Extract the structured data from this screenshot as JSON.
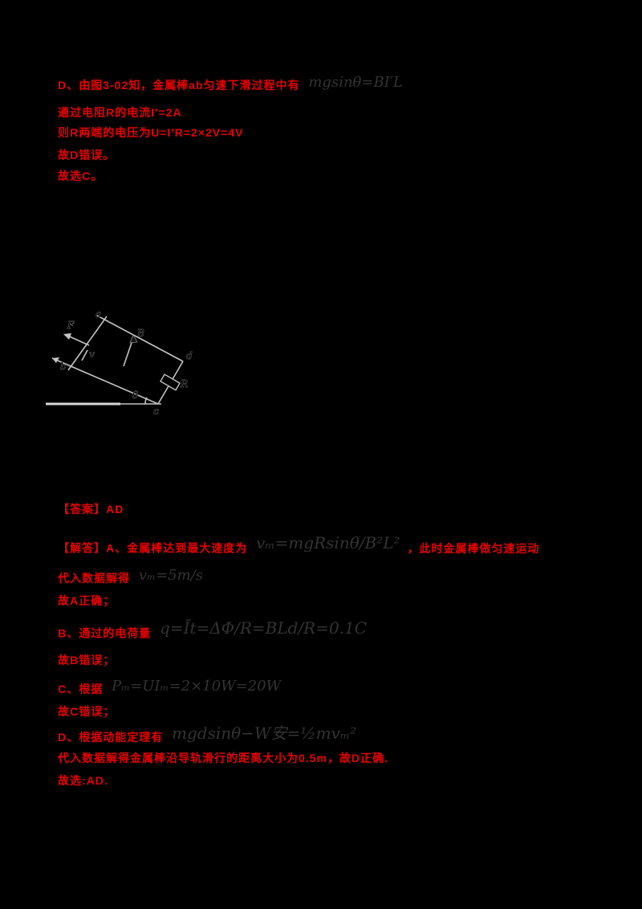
{
  "page": {
    "background_color": "#000000",
    "text_color_red": "#e80000",
    "formula_color": "#333333",
    "diagram_stroke_color": "#c4c4c4"
  },
  "section1": {
    "lines": [
      {
        "text": "D、由图3-02知，金属棒ab匀速下滑过程中有",
        "formula": "mgsinθ=BI′L"
      },
      {
        "text": "通过电阻R的电流I′=2A",
        "formula": ""
      },
      {
        "text": "则R两端的电压为U=I′R=2×2V=4V",
        "formula": ""
      },
      {
        "text": "故D错误。",
        "formula": ""
      },
      {
        "text": "故选C。",
        "formula": ""
      }
    ]
  },
  "diagram": {
    "labels": {
      "a": "a",
      "b": "b",
      "c": "c",
      "d": "d",
      "F": "F",
      "B": "B",
      "v": "v",
      "R": "R",
      "theta": "θ"
    }
  },
  "section2": {
    "lines": [
      {
        "text": "【答案】AD",
        "formula": "",
        "tail": ""
      },
      {
        "text": "【解答】A、金属棒达到最大速度为",
        "formula": "vₘ=mgRsinθ/B²L²",
        "tail": "，此时金属棒做匀速运动"
      },
      {
        "text": "代入数据解得",
        "formula": "vₘ=5m/s",
        "tail": ""
      },
      {
        "text": "故A正确；",
        "formula": "",
        "tail": ""
      },
      {
        "text": "B、通过的电荷量",
        "formula": "q=Īt=ΔΦ/R=BLd/R=0.1C",
        "tail": ""
      },
      {
        "text": "故B错误；",
        "formula": "",
        "tail": ""
      },
      {
        "text": "C、根据",
        "formula": "Pₘ=UIₘ=2×10W=20W",
        "tail": ""
      },
      {
        "text": "故C错误；",
        "formula": "",
        "tail": ""
      },
      {
        "text": "D、根据动能定理有",
        "formula": "mgdsinθ−W安=½mvₘ²",
        "tail": ""
      },
      {
        "text": "代入数据解得金属棒沿导轨滑行的距离大小为0.5m，故D正确.",
        "formula": "",
        "tail": ""
      },
      {
        "text": "故选:AD.",
        "formula": "",
        "tail": ""
      }
    ]
  }
}
